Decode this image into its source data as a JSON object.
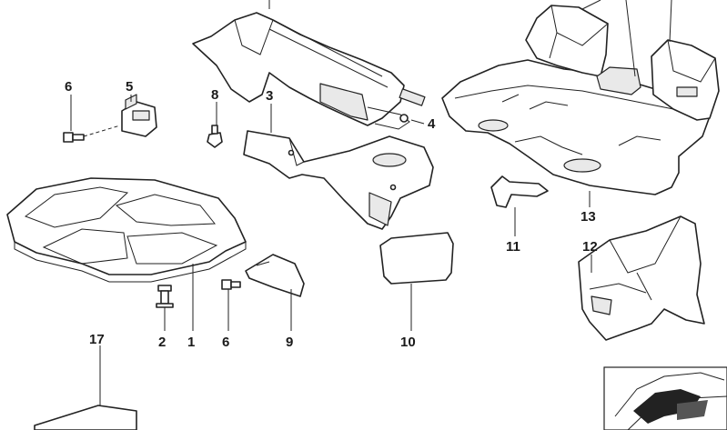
{
  "diagram": {
    "callouts": {
      "p1": "1",
      "p2": "2",
      "p3": "3",
      "p4": "4",
      "p5": "5",
      "p6a": "6",
      "p6b": "6",
      "p8": "8",
      "p9": "9",
      "p10": "10",
      "p11": "11",
      "p12": "12",
      "p13": "13",
      "p17": "17"
    }
  }
}
